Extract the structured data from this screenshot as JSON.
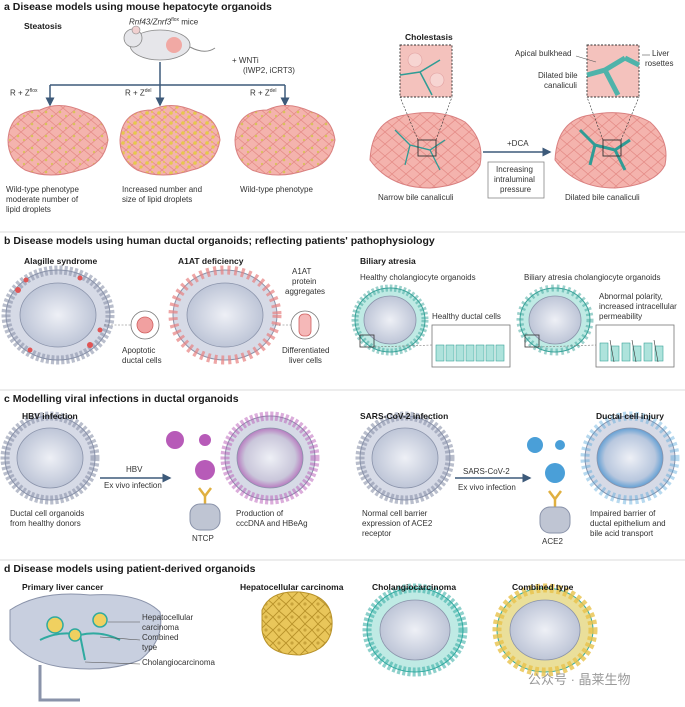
{
  "panel_a": {
    "title": "a Disease models using mouse hepatocyte organoids",
    "steatosis": "Steatosis",
    "mice": "Rnf43/Znrf3",
    "mice_sup": "flox",
    "mice_suffix": " mice",
    "wnti_1": "+  WNTi",
    "wnti_2": "(IWP2, iCRT3)",
    "arrow1": "R + Z",
    "arrow1_sup": "flox",
    "arrow2": "R + Z",
    "arrow2_sup": "del",
    "arrow3": "R + Z",
    "arrow3_sup": "del",
    "res1_1": "Wild-type phenotype",
    "res1_2": "moderate number of",
    "res1_3": "lipid droplets",
    "res2_1": "Increased number and",
    "res2_2": "size of lipid droplets",
    "res3": "Wild-type phenotype",
    "cholestasis": "Cholestasis",
    "apical": "Apical bulkhead",
    "rosettes_1": "Liver",
    "rosettes_2": "rosettes",
    "dilated_1": "Dilated bile",
    "dilated_2": "canaliculi",
    "dca": "+DCA",
    "pressure_1": "Increasing",
    "pressure_2": "intraluminal",
    "pressure_3": "pressure",
    "narrow": "Narrow bile canaliculi",
    "dilated_bottom": "Dilated bile canaliculi"
  },
  "panel_b": {
    "title": "b Disease models using human ductal organoids; reflecting patients' pathophysiology",
    "alagille": "Alagille syndrome",
    "apoptotic_1": "Apoptotic",
    "apoptotic_2": "ductal cells",
    "a1at": "A1AT deficiency",
    "agg_1": "A1AT",
    "agg_2": "protein",
    "agg_3": "aggregates",
    "diff_1": "Differentiated",
    "diff_2": "liver cells",
    "biliary": "Biliary atresia",
    "healthy_org": "Healthy cholangiocyte organoids",
    "ba_org": "Biliary atresia cholangiocyte organoids",
    "healthy_cells": "Healthy ductal cells",
    "abn_1": "Abnormal polarity,",
    "abn_2": "increased intracellular",
    "abn_3": "permeability"
  },
  "panel_c": {
    "title": "c Modelling viral infections in ductal organoids",
    "hbv_inf": "HBV infection",
    "hbv": "HBV",
    "exvivo1": "Ex vivo infection",
    "donors_1": "Ductal cell organoids",
    "donors_2": "from healthy donors",
    "ntcp": "NTCP",
    "prod_1": "Production of",
    "prod_2": "cccDNA and HBeAg",
    "sars_inf": "SARS-CoV-2 infection",
    "sars": "SARS-CoV-2",
    "exvivo2": "Ex vivo infection",
    "normal_1": "Normal cell barrier",
    "normal_2": "expression of ACE2",
    "normal_3": "receptor",
    "ace2": "ACE2",
    "injury": "Ductal cell injury",
    "impaired_1": "Impaired barrier of",
    "impaired_2": "ductal epithelium and",
    "impaired_3": "bile acid transport"
  },
  "panel_d": {
    "title": "d Disease models using patient-derived organoids",
    "primary": "Primary liver cancer",
    "hcc_1": "Hepatocellular",
    "hcc_2": "carcinoma",
    "combined_1": "Combined",
    "combined_2": "type",
    "chol": "Cholangiocarcinoma",
    "hcc_title": "Hepatocellular carcinoma",
    "chol_title": "Cholangiocarcinoma",
    "comb_title": "Combined type"
  },
  "watermark": "公众号 · 晶莱生物",
  "colors": {
    "liver_pink": "#f2a7a3",
    "cell_blue": "#c9d1e0",
    "teal": "#6cc8c0",
    "purple": "#b75bb8",
    "virus_blue": "#4a9fd8",
    "yellow": "#e8c24a",
    "arrow": "#3d5a7a"
  }
}
